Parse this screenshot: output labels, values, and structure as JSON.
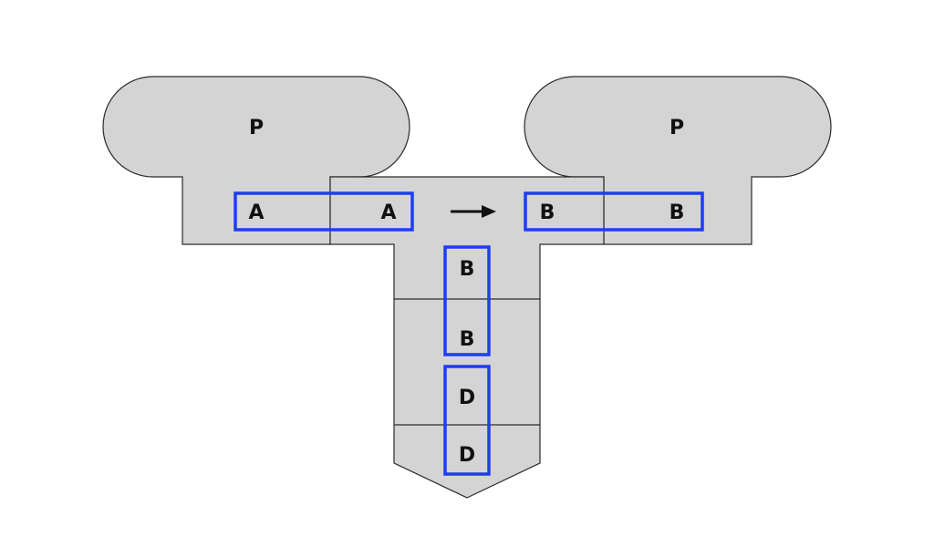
{
  "diagram": {
    "left_piece": {
      "top_label": "P",
      "row_labels": [
        "A",
        "A"
      ]
    },
    "right_piece": {
      "top_label": "P",
      "row_labels": [
        "B",
        "B"
      ]
    },
    "stem": {
      "labels": [
        "B",
        "B",
        "D",
        "D"
      ]
    }
  },
  "colors": {
    "fill": "#d4d4d4",
    "outline": "#2a2a2a",
    "highlight_box": "#1f3df0"
  }
}
